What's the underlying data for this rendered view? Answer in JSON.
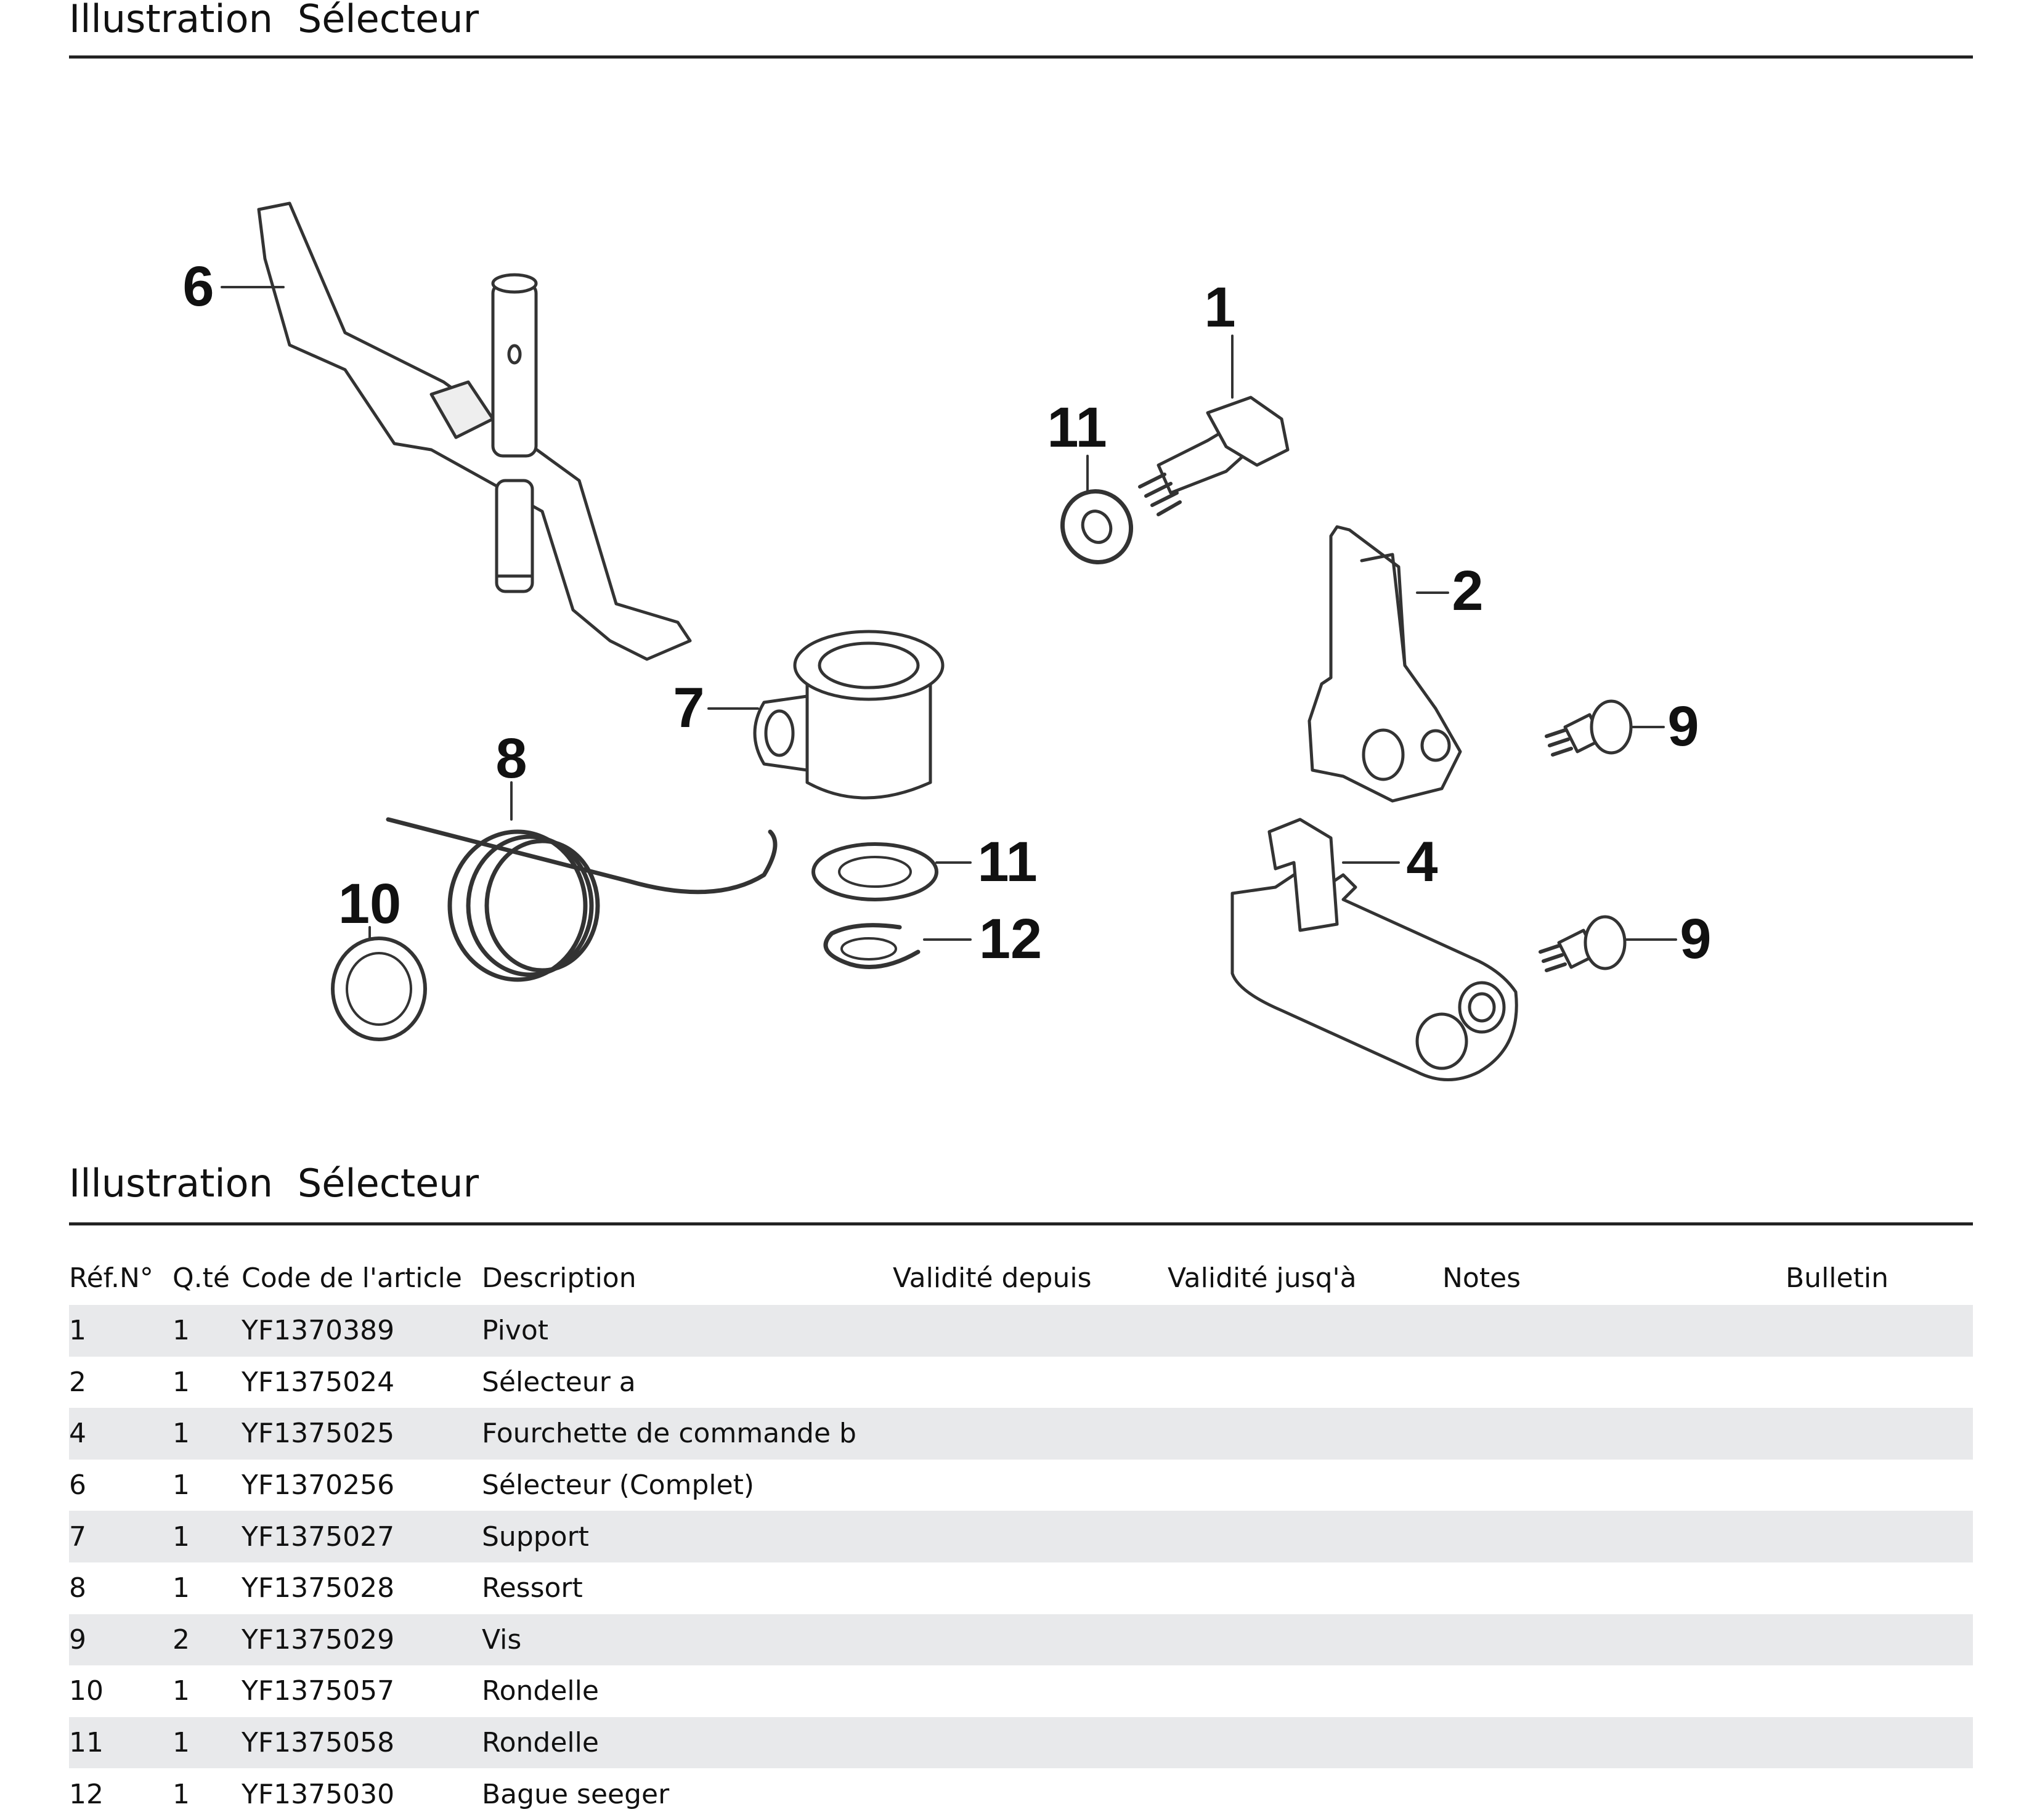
{
  "section_title": {
    "word1": "Illustration",
    "word2": "Sélecteur"
  },
  "callouts": {
    "c1": "1",
    "c2": "2",
    "c4": "4",
    "c6": "6",
    "c7": "7",
    "c8": "8",
    "c9a": "9",
    "c9b": "9",
    "c10": "10",
    "c11a": "11",
    "c11b": "11",
    "c12": "12"
  },
  "table": {
    "headers": {
      "ref": "Réf.N°",
      "qty": "Q.té",
      "code": "Code de l'article",
      "description": "Description",
      "valid_from": "Validité depuis",
      "valid_to": "Validité jusq'à",
      "notes": "Notes",
      "bulletin": "Bulletin"
    },
    "rows": [
      {
        "ref": "1",
        "qty": "1",
        "code": "YF1370389",
        "description": "Pivot"
      },
      {
        "ref": "2",
        "qty": "1",
        "code": "YF1375024",
        "description": "Sélecteur a"
      },
      {
        "ref": "4",
        "qty": "1",
        "code": "YF1375025",
        "description": "Fourchette de commande b"
      },
      {
        "ref": "6",
        "qty": "1",
        "code": "YF1370256",
        "description": "Sélecteur (Complet)"
      },
      {
        "ref": "7",
        "qty": "1",
        "code": "YF1375027",
        "description": "Support"
      },
      {
        "ref": "8",
        "qty": "1",
        "code": "YF1375028",
        "description": "Ressort"
      },
      {
        "ref": "9",
        "qty": "2",
        "code": "YF1375029",
        "description": "Vis"
      },
      {
        "ref": "10",
        "qty": "1",
        "code": "YF1375057",
        "description": "Rondelle"
      },
      {
        "ref": "11",
        "qty": "1",
        "code": "YF1375058",
        "description": "Rondelle"
      },
      {
        "ref": "12",
        "qty": "1",
        "code": "YF1375030",
        "description": "Bague seeger"
      }
    ]
  }
}
